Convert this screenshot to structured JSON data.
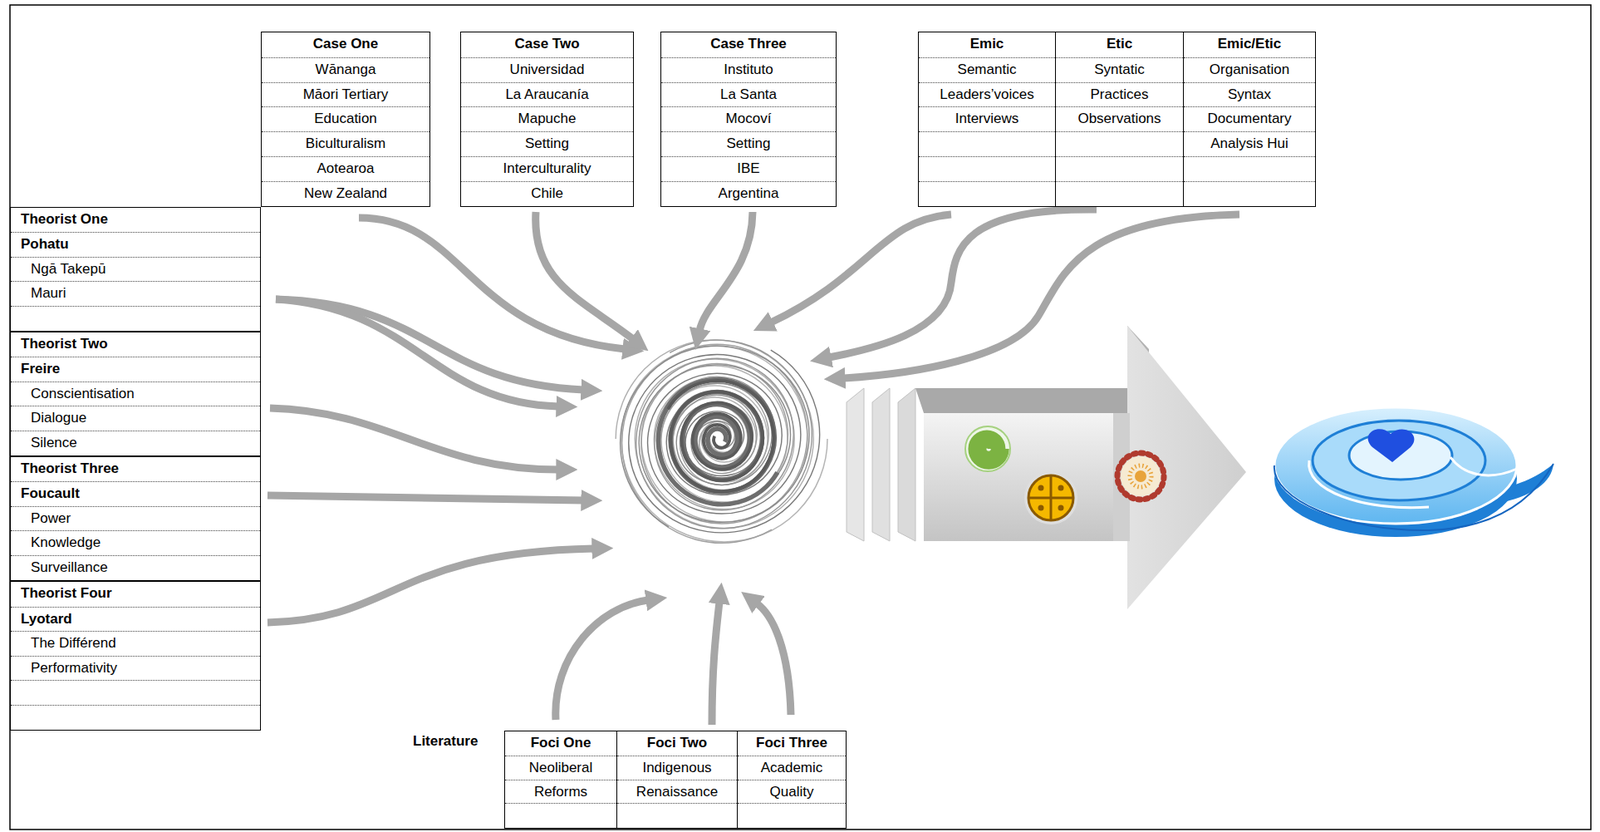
{
  "diagram": {
    "nodes": [
      {
        "text": [
          "Case One",
          "Wānanga",
          "Māori Tertiary",
          "Education",
          "Biculturalism",
          "Aotearoa",
          "New Zealand"
        ]
      },
      {
        "text": [
          "Case Two",
          "Universidad",
          "La Araucanía",
          "Mapuche",
          "Setting",
          "Interculturality",
          "Chile"
        ]
      },
      {
        "text": [
          "Case Three",
          "Instituto",
          "La Santa",
          "Mocoví",
          "Setting",
          "IBE",
          "Argentina"
        ]
      },
      {
        "text": [
          "Emic",
          "Semantic",
          "Leaders’voices",
          "Interviews"
        ]
      },
      {
        "text": [
          "Etic",
          "Syntatic",
          "Practices",
          "Observations"
        ]
      },
      {
        "text": [
          "Emic/Etic",
          "Organisation",
          "Syntax",
          "Documentary",
          "Analysis Hui"
        ]
      },
      {
        "text": [
          "Theorist One",
          "Pohatu",
          "Ngā Takepū",
          "Mauri"
        ]
      },
      {
        "text": [
          "Theorist Two",
          "Freire",
          "Conscientisation",
          "Dialogue",
          "Silence"
        ]
      },
      {
        "text": [
          "Theorist Three",
          "Foucault",
          "Power",
          "Knowledge",
          "Surveillance"
        ]
      },
      {
        "text": [
          "Theorist Four",
          "Lyotard",
          "The Différend",
          "Performativity"
        ]
      },
      {
        "text": [
          "Foci One",
          "Neoliberal",
          "Reforms"
        ]
      },
      {
        "text": [
          "Foci Two",
          "Indigenous",
          "Renaissance"
        ]
      },
      {
        "text": [
          "Foci Three",
          "Academic",
          "Quality"
        ]
      }
    ],
    "labels": [
      "Literature"
    ]
  }
}
